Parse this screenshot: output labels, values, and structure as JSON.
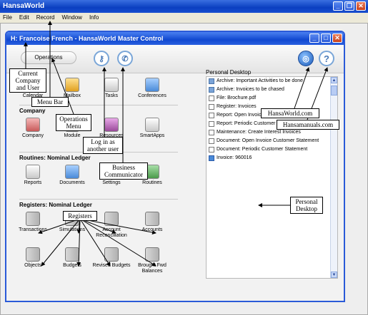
{
  "app": {
    "title": "HansaWorld",
    "menu": [
      "File",
      "Edit",
      "Record",
      "Window",
      "Info"
    ]
  },
  "window": {
    "title": "H: Francoise French - HansaWorld Master Control",
    "operations_tab": "Operations"
  },
  "sections": [
    {
      "title": "",
      "modules": [
        {
          "label": "Calendar",
          "icon": "calendar-icon"
        },
        {
          "label": "Mailbox",
          "icon": "mailbox-icon"
        },
        {
          "label": "Tasks",
          "icon": "tasks-icon"
        },
        {
          "label": "Conferences",
          "icon": "conferences-icon"
        }
      ]
    },
    {
      "title": "Company",
      "modules": [
        {
          "label": "Company",
          "icon": "company-icon"
        },
        {
          "label": "Module",
          "icon": "module-icon"
        },
        {
          "label": "Resources",
          "icon": "resources-icon"
        },
        {
          "label": "SmartApps",
          "icon": "smartapps-icon"
        }
      ]
    },
    {
      "title": "Routines: Nominal Ledger",
      "modules": [
        {
          "label": "Reports",
          "icon": "reports-icon"
        },
        {
          "label": "Documents",
          "icon": "documents-icon"
        },
        {
          "label": "Settings",
          "icon": "settings-icon"
        },
        {
          "label": "Routines",
          "icon": "routines-icon"
        }
      ]
    },
    {
      "title": "Registers: Nominal Ledger",
      "modules": [
        {
          "label": "Transactions",
          "icon": "register-icon"
        },
        {
          "label": "Simulations",
          "icon": "register-icon"
        },
        {
          "label": "Account Reconciliation",
          "icon": "register-icon"
        },
        {
          "label": "Accounts",
          "icon": "register-icon"
        },
        {
          "label": "Objects",
          "icon": "register-icon"
        },
        {
          "label": "Budgets",
          "icon": "register-icon"
        },
        {
          "label": "Revised Budgets",
          "icon": "register-icon"
        },
        {
          "label": "Brought Fwd Balances",
          "icon": "register-icon"
        }
      ]
    }
  ],
  "personal_desktop": {
    "label": "Personal Desktop",
    "items": [
      {
        "text": "Archive: Important Activities to be done",
        "kind": "folder"
      },
      {
        "text": "Archive: Invoices to be chased",
        "kind": "folder"
      },
      {
        "text": "File: Brochure.pdf",
        "kind": "doc"
      },
      {
        "text": "Register: Invoices",
        "kind": "doc"
      },
      {
        "text": "Report: Open Invoice Customer Statement",
        "kind": "doc"
      },
      {
        "text": "Report: Periodic Customer Statement",
        "kind": "doc"
      },
      {
        "text": "Maintenance: Create Interest Invoices",
        "kind": "doc"
      },
      {
        "text": "Document: Open Invoice Customer Statement",
        "kind": "doc"
      },
      {
        "text": "Document: Periodic Customer Statement",
        "kind": "doc"
      },
      {
        "text": "Invoice: 960016",
        "kind": "inv"
      }
    ]
  },
  "callouts": {
    "company_user": "Current Company and User",
    "menu_bar": "Menu Bar",
    "operations_menu": "Operations Menu",
    "log_in": "Log in as another user",
    "business_communicator": "Business Communicator",
    "hansaworld_com": "HansaWorld.com",
    "hansamanuals_com": "Hansamanuals.com",
    "personal_desktop": "Personal Desktop",
    "registers": "Registers"
  }
}
